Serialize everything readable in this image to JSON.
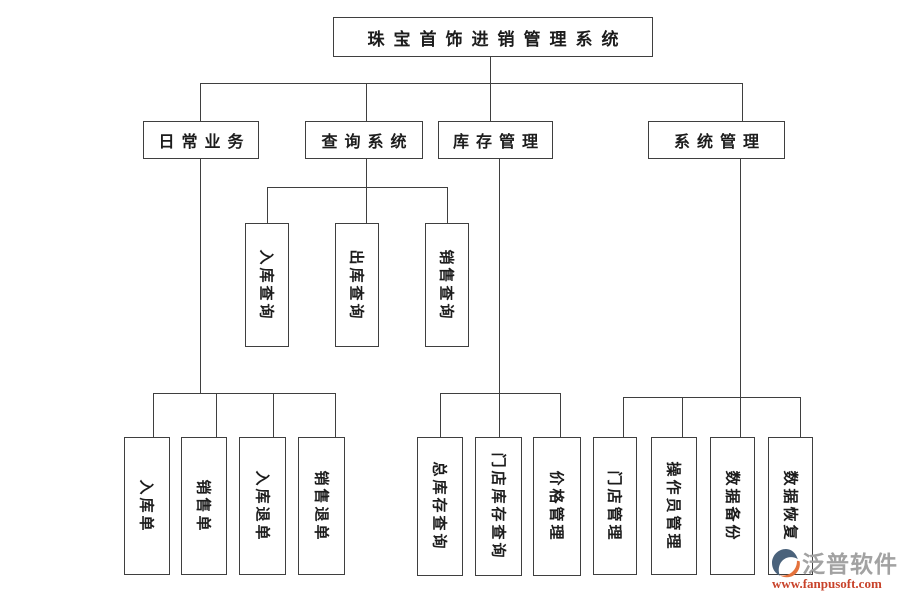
{
  "diagram": {
    "root": "珠宝首饰进销管理系统",
    "branches": {
      "daily": {
        "label": "日常业务",
        "children": [
          "入库单",
          "销售单",
          "入库退单",
          "销售退单"
        ]
      },
      "query": {
        "label": "查询系统",
        "children": [
          "入库查询",
          "出库查询",
          "销售查询"
        ]
      },
      "inventory": {
        "label": "库存管理",
        "children": [
          "总库存查询",
          "门店库存查询",
          "价格管理"
        ]
      },
      "system": {
        "label": "系统管理",
        "children": [
          "门店管理",
          "操作员管理",
          "数据备份",
          "数据恢复"
        ]
      }
    }
  },
  "watermark": {
    "brand": "泛普软件",
    "url": "www.fanpusoft.com"
  },
  "colors": {
    "background": "#ffffff",
    "line": "#3f3f3f",
    "box_border": "#3f3f3f",
    "text": "#1c1c1c",
    "watermark_brand": "#a2a2a2",
    "watermark_url": "#c8432b",
    "logo_dark": "#4a627b",
    "logo_orange": "#e4723c"
  }
}
